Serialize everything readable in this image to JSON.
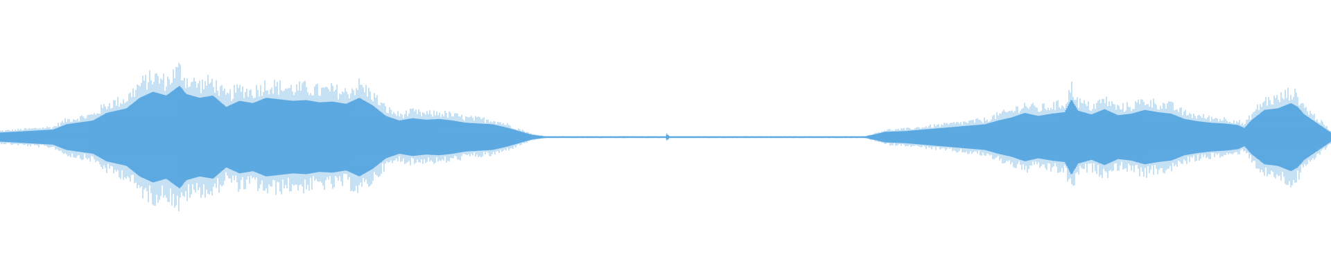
{
  "waveform": {
    "color": "#5DA9E1",
    "background": "#FFFFFF",
    "amplitude_envelope": [
      [
        0.0,
        0.06
      ],
      [
        0.02,
        0.08
      ],
      [
        0.04,
        0.1
      ],
      [
        0.05,
        0.17
      ],
      [
        0.07,
        0.22
      ],
      [
        0.08,
        0.32
      ],
      [
        0.095,
        0.38
      ],
      [
        0.105,
        0.52
      ],
      [
        0.115,
        0.6
      ],
      [
        0.125,
        0.55
      ],
      [
        0.135,
        0.68
      ],
      [
        0.14,
        0.57
      ],
      [
        0.15,
        0.52
      ],
      [
        0.16,
        0.55
      ],
      [
        0.17,
        0.4
      ],
      [
        0.18,
        0.48
      ],
      [
        0.19,
        0.45
      ],
      [
        0.2,
        0.52
      ],
      [
        0.21,
        0.5
      ],
      [
        0.22,
        0.48
      ],
      [
        0.23,
        0.49
      ],
      [
        0.24,
        0.46
      ],
      [
        0.25,
        0.47
      ],
      [
        0.26,
        0.44
      ],
      [
        0.27,
        0.52
      ],
      [
        0.28,
        0.42
      ],
      [
        0.29,
        0.28
      ],
      [
        0.3,
        0.22
      ],
      [
        0.31,
        0.25
      ],
      [
        0.32,
        0.23
      ],
      [
        0.33,
        0.24
      ],
      [
        0.34,
        0.22
      ],
      [
        0.35,
        0.19
      ],
      [
        0.36,
        0.18
      ],
      [
        0.37,
        0.17
      ],
      [
        0.38,
        0.13
      ],
      [
        0.39,
        0.08
      ],
      [
        0.4,
        0.03
      ],
      [
        0.41,
        0.01
      ],
      [
        0.5,
        0.01
      ],
      [
        0.501,
        0.04
      ],
      [
        0.503,
        0.01
      ],
      [
        0.65,
        0.01
      ],
      [
        0.658,
        0.04
      ],
      [
        0.665,
        0.07
      ],
      [
        0.68,
        0.08
      ],
      [
        0.7,
        0.11
      ],
      [
        0.72,
        0.14
      ],
      [
        0.74,
        0.17
      ],
      [
        0.75,
        0.22
      ],
      [
        0.76,
        0.26
      ],
      [
        0.77,
        0.32
      ],
      [
        0.78,
        0.28
      ],
      [
        0.79,
        0.31
      ],
      [
        0.8,
        0.33
      ],
      [
        0.805,
        0.5
      ],
      [
        0.81,
        0.35
      ],
      [
        0.82,
        0.3
      ],
      [
        0.83,
        0.37
      ],
      [
        0.84,
        0.29
      ],
      [
        0.85,
        0.31
      ],
      [
        0.86,
        0.36
      ],
      [
        0.87,
        0.33
      ],
      [
        0.88,
        0.31
      ],
      [
        0.89,
        0.24
      ],
      [
        0.9,
        0.21
      ],
      [
        0.91,
        0.19
      ],
      [
        0.92,
        0.18
      ],
      [
        0.93,
        0.16
      ],
      [
        0.935,
        0.12
      ],
      [
        0.94,
        0.22
      ],
      [
        0.95,
        0.36
      ],
      [
        0.96,
        0.38
      ],
      [
        0.97,
        0.45
      ],
      [
        0.975,
        0.4
      ],
      [
        0.98,
        0.3
      ],
      [
        0.99,
        0.18
      ],
      [
        1.0,
        0.06
      ]
    ]
  }
}
